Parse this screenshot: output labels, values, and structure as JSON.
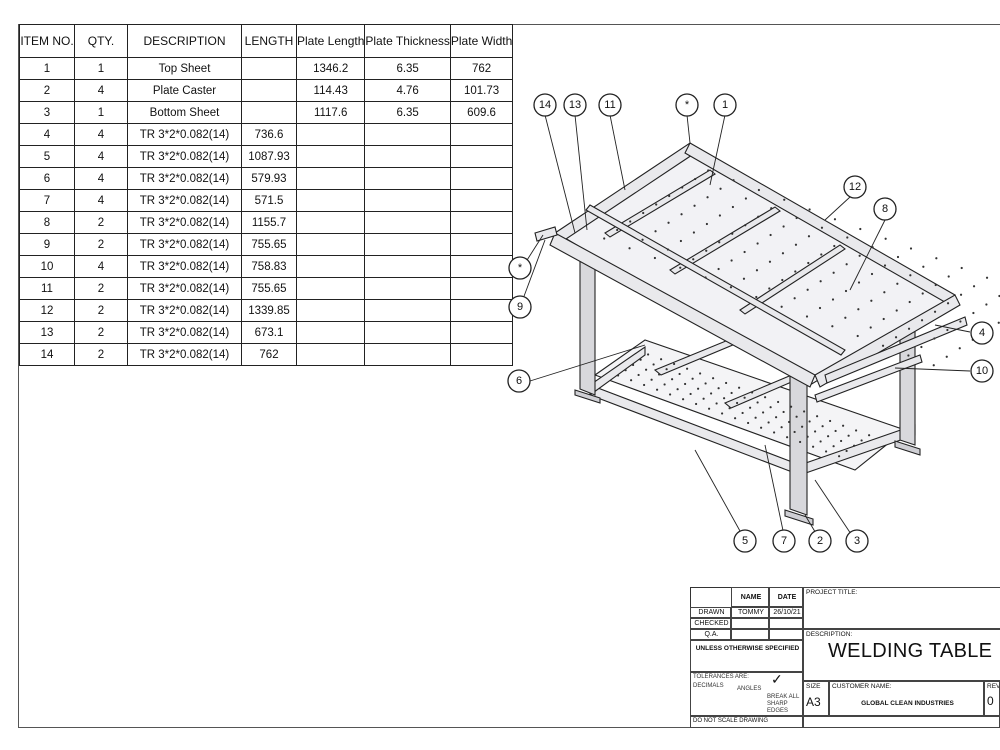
{
  "bom": {
    "headers": {
      "item_no": "ITEM NO.",
      "qty": "QTY.",
      "description": "DESCRIPTION",
      "length": "LENGTH",
      "plate_length": "Plate Length",
      "plate_thickness": "Plate Thickness",
      "plate_width": "Plate Width"
    },
    "rows": [
      {
        "item": "1",
        "qty": "1",
        "desc": "Top Sheet",
        "length": "",
        "plen": "1346.2",
        "pthk": "6.35",
        "pwid": "762"
      },
      {
        "item": "2",
        "qty": "4",
        "desc": "Plate Caster",
        "length": "",
        "plen": "114.43",
        "pthk": "4.76",
        "pwid": "101.73"
      },
      {
        "item": "3",
        "qty": "1",
        "desc": "Bottom Sheet",
        "length": "",
        "plen": "1117.6",
        "pthk": "6.35",
        "pwid": "609.6"
      },
      {
        "item": "4",
        "qty": "4",
        "desc": "TR 3*2*0.082(14)",
        "length": "736.6",
        "plen": "",
        "pthk": "",
        "pwid": ""
      },
      {
        "item": "5",
        "qty": "4",
        "desc": "TR 3*2*0.082(14)",
        "length": "1087.93",
        "plen": "",
        "pthk": "",
        "pwid": ""
      },
      {
        "item": "6",
        "qty": "4",
        "desc": "TR 3*2*0.082(14)",
        "length": "579.93",
        "plen": "",
        "pthk": "",
        "pwid": ""
      },
      {
        "item": "7",
        "qty": "4",
        "desc": "TR 3*2*0.082(14)",
        "length": "571.5",
        "plen": "",
        "pthk": "",
        "pwid": ""
      },
      {
        "item": "8",
        "qty": "2",
        "desc": "TR 3*2*0.082(14)",
        "length": "1155.7",
        "plen": "",
        "pthk": "",
        "pwid": ""
      },
      {
        "item": "9",
        "qty": "2",
        "desc": "TR 3*2*0.082(14)",
        "length": "755.65",
        "plen": "",
        "pthk": "",
        "pwid": ""
      },
      {
        "item": "10",
        "qty": "4",
        "desc": "TR 3*2*0.082(14)",
        "length": "758.83",
        "plen": "",
        "pthk": "",
        "pwid": ""
      },
      {
        "item": "11",
        "qty": "2",
        "desc": "TR 3*2*0.082(14)",
        "length": "755.65",
        "plen": "",
        "pthk": "",
        "pwid": ""
      },
      {
        "item": "12",
        "qty": "2",
        "desc": "TR 3*2*0.082(14)",
        "length": "1339.85",
        "plen": "",
        "pthk": "",
        "pwid": ""
      },
      {
        "item": "13",
        "qty": "2",
        "desc": "TR 3*2*0.082(14)",
        "length": "673.1",
        "plen": "",
        "pthk": "",
        "pwid": ""
      },
      {
        "item": "14",
        "qty": "2",
        "desc": "TR 3*2*0.082(14)",
        "length": "762",
        "plen": "",
        "pthk": "",
        "pwid": ""
      }
    ]
  },
  "balloons": [
    "14",
    "13",
    "11",
    "*",
    "1",
    "12",
    "8",
    "*",
    "9",
    "4",
    "10",
    "6",
    "5",
    "7",
    "2",
    "3"
  ],
  "title_block": {
    "name_header": "NAME",
    "date_header": "DATE",
    "drawn_label": "DRAWN",
    "drawn_name": "TOMMY",
    "drawn_date": "26/10/21",
    "checked_label": "CHECKED",
    "qa_label": "Q.A.",
    "unless_label": "UNLESS OTHERWISE SPECIFIED",
    "project_title_label": "PROJECT TITLE:",
    "description_label": "DESCRIPTION:",
    "title": "WELDING TABLE",
    "size_label": "SIZE",
    "size_value": "A3",
    "customer_label": "CUSTOMER NAME:",
    "customer_value": "GLOBAL CLEAN INDUSTRIES",
    "rev_label": "REV",
    "rev_value": "0",
    "tolerances_label": "TOLERANCES ARE:",
    "decimals_label": "DECIMALS",
    "angles_label": "ANGLES",
    "break_edges": "BREAK ALL SHARP EDGES",
    "do_not_scale": "DO NOT SCALE DRAWING"
  }
}
